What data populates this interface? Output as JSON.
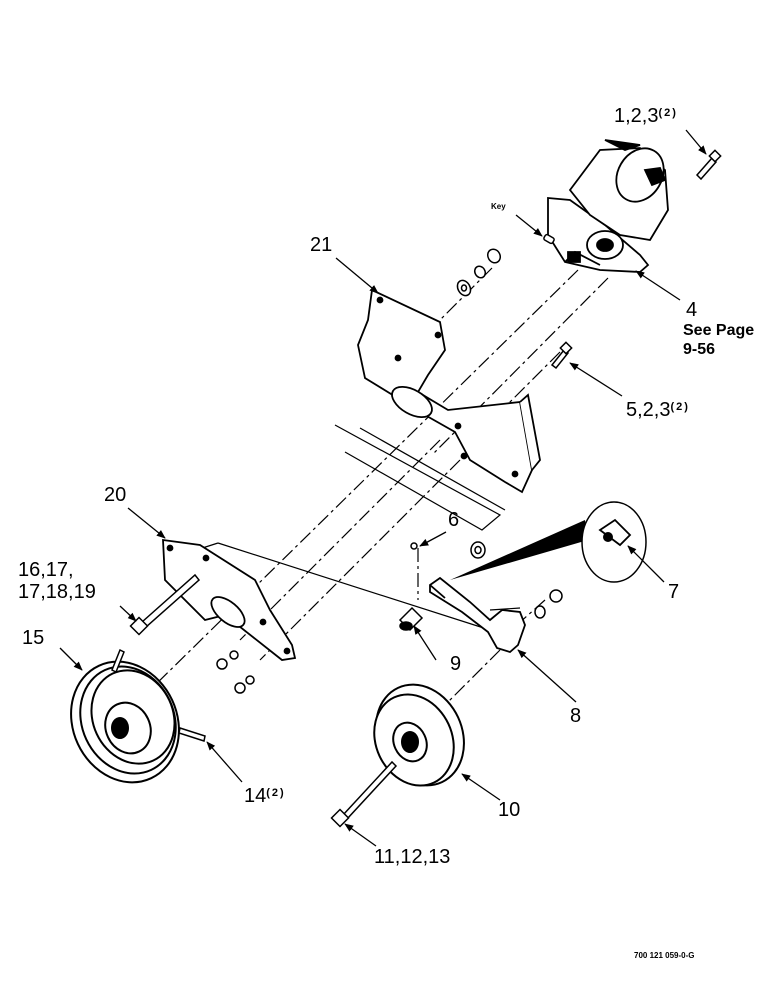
{
  "callouts": {
    "c1": {
      "text": "1,2,3",
      "sup": "(2)"
    },
    "key": "Key",
    "c21": "21",
    "c4": "4",
    "c4_note1": "See Page",
    "c4_note2": "9-56",
    "c5": {
      "text": "5,2,3",
      "sup": "(2)"
    },
    "c20": "20",
    "c6": "6",
    "c16a": "16,17,",
    "c16b": "17,18,19",
    "c7": "7",
    "c15": "15",
    "c9": "9",
    "c8": "8",
    "c14": {
      "text": "14",
      "sup": "(2)"
    },
    "c10": "10",
    "c11": "11,12,13"
  },
  "figure_id": "700 121 059-0-G"
}
